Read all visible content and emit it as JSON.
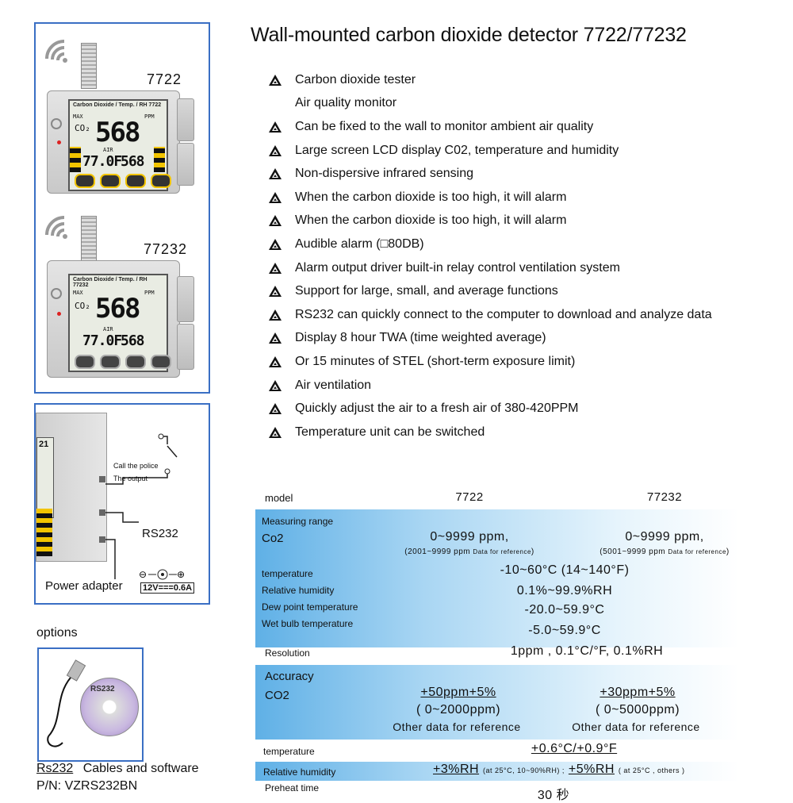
{
  "title": "Wall-mounted carbon dioxide detector 7722/77232",
  "features": [
    {
      "text": "Carbon dioxide tester",
      "mark": true
    },
    {
      "text": "Air quality monitor",
      "mark": false
    },
    {
      "text": "Can be fixed to the wall to monitor ambient air quality",
      "mark": true
    },
    {
      "text": "Large screen LCD display C02, temperature and humidity",
      "mark": true
    },
    {
      "text": "Non-dispersive infrared sensing",
      "mark": true
    },
    {
      "text": "When the carbon dioxide is too high, it will alarm",
      "mark": true
    },
    {
      "text": "When the carbon dioxide is too high, it will alarm",
      "mark": true
    },
    {
      "text": "Audible alarm (□80DB)",
      "mark": true
    },
    {
      "text": "Alarm output driver built-in relay control ventilation system",
      "mark": true
    },
    {
      "text": "Support for large, small, and average functions",
      "mark": true
    },
    {
      "text": "RS232 can quickly connect to the computer to download and analyze data",
      "mark": true
    },
    {
      "text": "Display 8 hour TWA (time weighted average)",
      "mark": true
    },
    {
      "text": "Or 15 minutes of STEL (short-term exposure limit)",
      "mark": true
    },
    {
      "text": "Air ventilation",
      "mark": true
    },
    {
      "text": "Quickly adjust the air to a fresh air of 380-420PPM",
      "mark": true
    },
    {
      "text": "Temperature unit can be switched",
      "mark": true
    }
  ],
  "products": {
    "top_label": "7722",
    "bottom_label": "77232",
    "lcd_header_1": "Carbon Dioxide / Temp. / RH 7722",
    "lcd_header_2": "Carbon Dioxide / Temp. / RH 77232",
    "lcd_max": "MAX",
    "lcd_ppm": "PPM",
    "lcd_co2": "CO₂",
    "lcd_air": "AIR",
    "lcd_main": "568",
    "lcd_temp": "77.0F",
    "lcd_rh": "568"
  },
  "wiring": {
    "lcd_fragment": "21",
    "alarm_label": "Call the police",
    "output_label": "The output",
    "rs232_label": "RS232",
    "power_label": "Power adapter",
    "power_spec": "12V===0.6A"
  },
  "options": {
    "heading": "options",
    "cd_label": "RS232",
    "item_label": "Rs232",
    "item_desc": "Cables and software",
    "part_number": "P/N: VZRS232BN"
  },
  "spec": {
    "col_model": "model",
    "col_a": "7722",
    "col_b": "77232",
    "measuring_range": "Measuring range",
    "co2": "Co2",
    "co2_a": "0~9999 ppm,",
    "co2_b": "0~9999 ppm,",
    "co2_a_note": "(2001~9999 ppm",
    "co2_b_note": "(5001~9999 ppm",
    "ref_note": "Data for reference",
    "close_paren": ")",
    "temperature": "temperature",
    "temperature_val": "-10~60°C (14~140°F)",
    "rh": "Relative humidity",
    "rh_val": "0.1%~99.9%RH",
    "dew": "Dew point temperature",
    "dew_val": "-20.0~59.9°C",
    "wet": "Wet bulb temperature",
    "wet_val": "-5.0~59.9°C",
    "resolution": "Resolution",
    "resolution_val": "1ppm , 0.1°C/°F, 0.1%RH",
    "accuracy": "Accuracy",
    "acc_co2": "CO2",
    "acc_a_1": "+50ppm+5%",
    "acc_a_2": "( 0~2000ppm)",
    "acc_b_1": "+30ppm+5%",
    "acc_b_2": "( 0~5000ppm)",
    "other_ref": "Other data for reference",
    "acc_temp": "temperature",
    "acc_temp_val": "+0.6°C/+0.9°F",
    "acc_rh": "Relative humidity",
    "acc_rh_val_1": "+3%RH",
    "acc_rh_note_1": "(at 25°C, 10~90%RH) ;",
    "acc_rh_val_2": "+5%RH",
    "acc_rh_note_2": "( at 25°C , others )",
    "preheat": "Preheat time",
    "preheat_val": "30 秒"
  },
  "colors": {
    "frame": "#3a6fc4",
    "accent_yellow": "#f2c400",
    "table_blue": "#5fb0e6"
  }
}
